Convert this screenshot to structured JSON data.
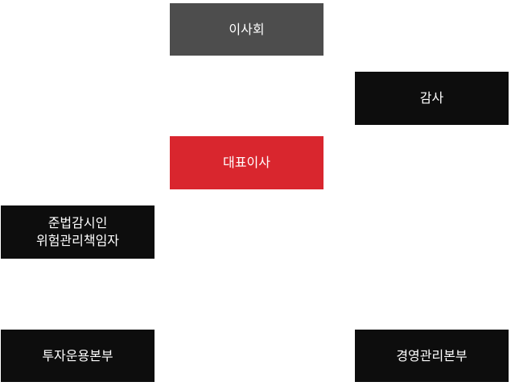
{
  "colors": {
    "board": "#4d4d4d",
    "ceo": "#d9262e",
    "default": "#0d0d0d",
    "text": "#ffffff"
  },
  "nodes": {
    "board": {
      "label": "이사회"
    },
    "auditor": {
      "label": "감사"
    },
    "ceo": {
      "label": "대표이사"
    },
    "compliance": {
      "line1": "준법감시인",
      "line2": "위험관리책임자"
    },
    "investment": {
      "label": "투자운용본부"
    },
    "management": {
      "label": "경영관리본부"
    }
  }
}
